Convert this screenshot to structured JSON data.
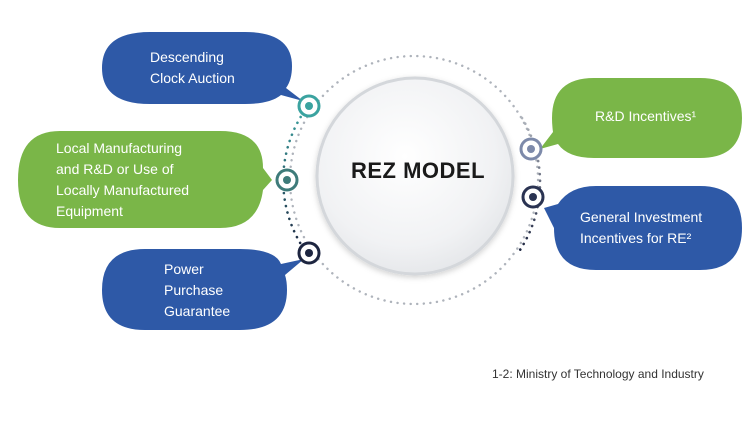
{
  "center": {
    "title": "REZ MODEL"
  },
  "bubbles": [
    {
      "text": "Descending\nClock Auction",
      "color": "#2E59A7"
    },
    {
      "text": "Local Manufacturing\nand R&D or Use of\nLocally Manufactured\nEquipment",
      "color": "#7AB648"
    },
    {
      "text": "Power\nPurchase\nGuarantee",
      "color": "#2E59A7"
    },
    {
      "text": "R&D Incentives¹",
      "color": "#7AB648"
    },
    {
      "text": "General Investment\nIncentives for RE²",
      "color": "#2E59A7"
    }
  ],
  "footnote": "1-2: Ministry of Technology and Industry",
  "colors": {
    "teal": "#3BA3A0",
    "slate": "#7D8AAA",
    "navy": "#1D2540",
    "dots": "#AEB3BB"
  }
}
